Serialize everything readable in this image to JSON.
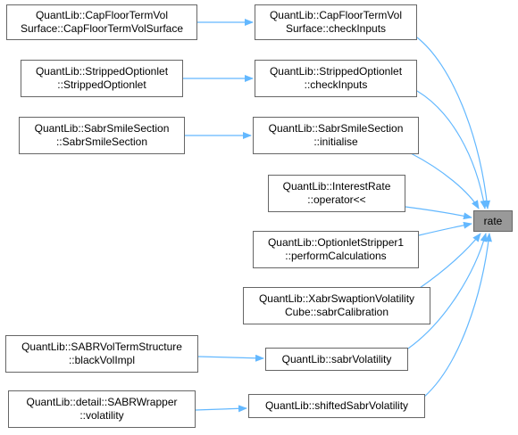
{
  "target": {
    "label": "rate"
  },
  "callers": [
    {
      "id": "cf-check",
      "lines": [
        "QuantLib::CapFloorTermVol",
        "Surface::checkInputs"
      ]
    },
    {
      "id": "so-check",
      "lines": [
        "QuantLib::StrippedOptionlet",
        "::checkInputs"
      ]
    },
    {
      "id": "sabr-init",
      "lines": [
        "QuantLib::SabrSmileSection",
        "::initialise"
      ]
    },
    {
      "id": "ir-op",
      "lines": [
        "QuantLib::InterestRate",
        "::operator<<"
      ]
    },
    {
      "id": "os1-perf",
      "lines": [
        "QuantLib::OptionletStripper1",
        "::performCalculations"
      ]
    },
    {
      "id": "xabr-calib",
      "lines": [
        "QuantLib::XabrSwaptionVolatility",
        "Cube::sabrCalibration"
      ]
    },
    {
      "id": "sabr-vol",
      "lines": [
        "QuantLib::sabrVolatility"
      ]
    },
    {
      "id": "shifted-vol",
      "lines": [
        "QuantLib::shiftedSabrVolatility"
      ]
    }
  ],
  "second_level": [
    {
      "id": "cf-ctor",
      "lines": [
        "QuantLib::CapFloorTermVol",
        "Surface::CapFloorTermVolSurface"
      ],
      "calls": "cf-check"
    },
    {
      "id": "so-ctor",
      "lines": [
        "QuantLib::StrippedOptionlet",
        "::StrippedOptionlet"
      ],
      "calls": "so-check"
    },
    {
      "id": "sabr-ctor",
      "lines": [
        "QuantLib::SabrSmileSection",
        "::SabrSmileSection"
      ],
      "calls": "sabr-init"
    },
    {
      "id": "sabr-term",
      "lines": [
        "QuantLib::SABRVolTermStructure",
        "::blackVolImpl"
      ],
      "calls": "sabr-vol"
    },
    {
      "id": "sabr-wrap",
      "lines": [
        "QuantLib::detail::SABRWrapper",
        "::volatility"
      ],
      "calls": "shifted-vol"
    }
  ],
  "colors": {
    "edge": "#63b8ff",
    "node_border": "#666666",
    "target_fill": "#999999"
  }
}
